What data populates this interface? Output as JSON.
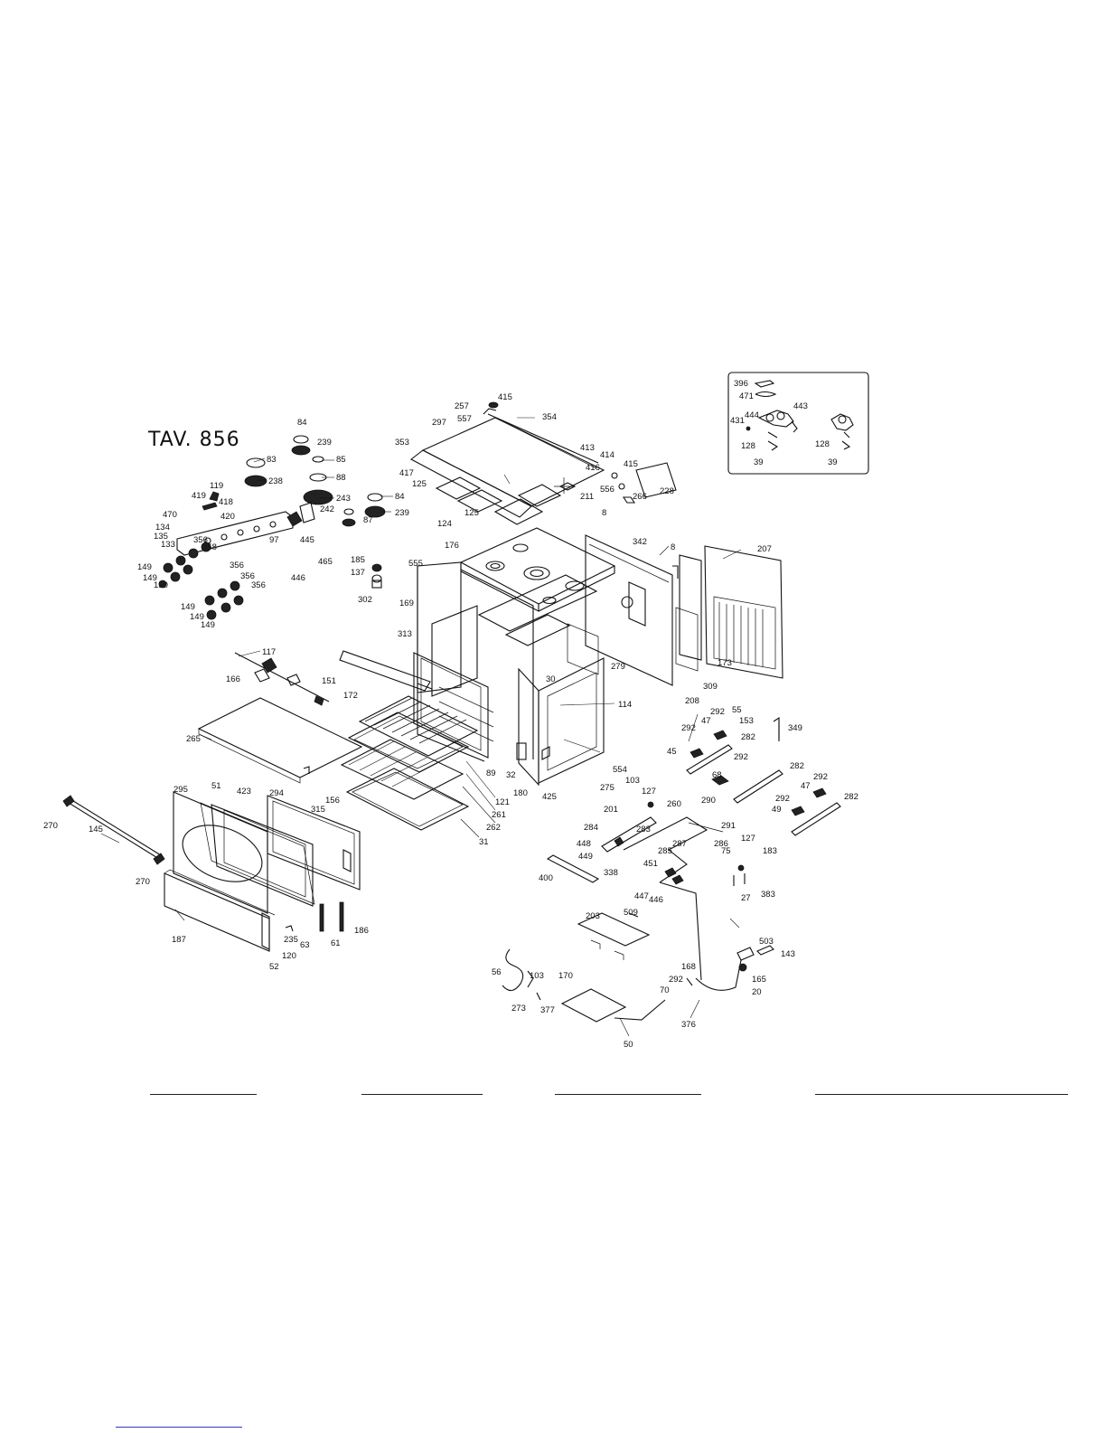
{
  "title": "TAV. 856",
  "labels": {
    "l84a": "84",
    "l239a": "239",
    "l83": "83",
    "l85": "85",
    "l238": "238",
    "l88": "88",
    "l243": "243",
    "l84b": "84",
    "l239b": "239",
    "l87": "87",
    "l242": "242",
    "l119": "119",
    "l419": "419",
    "l418": "418",
    "l420": "420",
    "l470": "470",
    "l134": "134",
    "l135": "135",
    "l133": "133",
    "l356a": "356",
    "l358": "358",
    "l149a": "149",
    "l149b": "149",
    "l150": "150",
    "l356b": "356",
    "l356c": "356",
    "l356d": "356",
    "l149c": "149",
    "l149d": "149",
    "l149e": "149",
    "l97": "97",
    "l445": "445",
    "l465": "465",
    "l446": "446",
    "l185": "185",
    "l137": "137",
    "l302": "302",
    "l257": "257",
    "l415a": "415",
    "l557": "557",
    "l297": "297",
    "l354": "354",
    "l353": "353",
    "l417": "417",
    "l413": "413",
    "l414": "414",
    "l416": "416",
    "l415b": "415",
    "l556": "556",
    "l266": "266",
    "l211": "211",
    "l228": "228",
    "l125a": "125",
    "l124": "124",
    "l125b": "125",
    "l8a": "8",
    "l8b": "8",
    "l176": "176",
    "l342": "342",
    "l207": "207",
    "l555": "555",
    "l169": "169",
    "l313": "313",
    "l30": "30",
    "l279": "279",
    "l173": "173",
    "l309": "309",
    "l208": "208",
    "l114": "114",
    "l117": "117",
    "l166": "166",
    "l151": "151",
    "l172": "172",
    "l265": "265",
    "l89": "89",
    "l32": "32",
    "l180": "180",
    "l425": "425",
    "l121": "121",
    "l261": "261",
    "l262": "262",
    "l31": "31",
    "l554": "554",
    "l292a": "292",
    "l55": "55",
    "l47a": "47",
    "l153": "153",
    "l349": "349",
    "l292b": "292",
    "l282a": "282",
    "l45": "45",
    "l292c": "292",
    "l68": "68",
    "l282b": "282",
    "l292d": "292",
    "l47b": "47",
    "l292e": "292",
    "l49": "49",
    "l282c": "282",
    "l275": "275",
    "l103a": "103",
    "l127a": "127",
    "l260": "260",
    "l201": "201",
    "l290": "290",
    "l284": "284",
    "l283": "283",
    "l291": "291",
    "l448": "448",
    "l449": "449",
    "l285": "285",
    "l287": "287",
    "l286": "286",
    "l75": "75",
    "l127b": "127",
    "l183": "183",
    "l338": "338",
    "l451": "451",
    "l447": "447",
    "l446b": "446",
    "l27": "27",
    "l383": "383",
    "l400": "400",
    "l295": "295",
    "l51": "51",
    "l423": "423",
    "l294": "294",
    "l156": "156",
    "l315": "315",
    "l270a": "270",
    "l145": "145",
    "l270b": "270",
    "l187": "187",
    "l235": "235",
    "l63": "63",
    "l61": "61",
    "l186": "186",
    "l120": "120",
    "l52": "52",
    "l203": "203",
    "l509": "509",
    "l503": "503",
    "l143": "143",
    "l56": "56",
    "l103b": "103",
    "l170": "170",
    "l292f": "292",
    "l168": "168",
    "l165": "165",
    "l20": "20",
    "l70": "70",
    "l273": "273",
    "l377": "377",
    "l376": "376",
    "l50": "50",
    "i396": "396",
    "i471": "471",
    "i443": "443",
    "i431": "431",
    "i444": "444",
    "i128a": "128",
    "i128b": "128",
    "i39a": "39",
    "i39b": "39"
  }
}
